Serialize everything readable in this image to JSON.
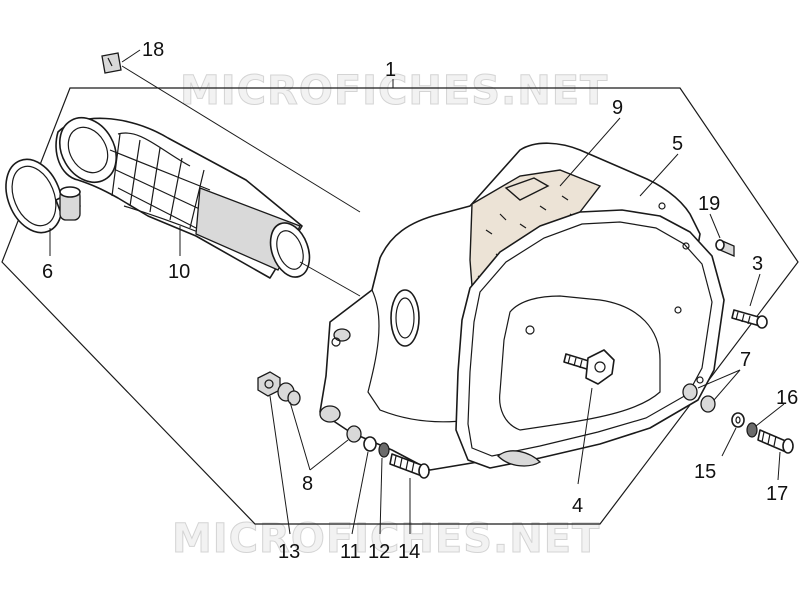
{
  "watermark": {
    "top": "MICROFICHES.NET",
    "bottom": "MICROFICHES.NET"
  },
  "callouts": {
    "c1": "1",
    "c3": "3",
    "c4": "4",
    "c5": "5",
    "c6": "6",
    "c7": "7",
    "c8": "8",
    "c9": "9",
    "c10": "10",
    "c11": "11",
    "c12": "12",
    "c13": "13",
    "c14": "14",
    "c15": "15",
    "c16": "16",
    "c17": "17",
    "c18": "18",
    "c19": "19"
  },
  "colors": {
    "line": "#1a1a1a",
    "foam": "#ece3d6",
    "watermark_fill": "#f2f2f2",
    "watermark_stroke": "#d4d4d4"
  }
}
